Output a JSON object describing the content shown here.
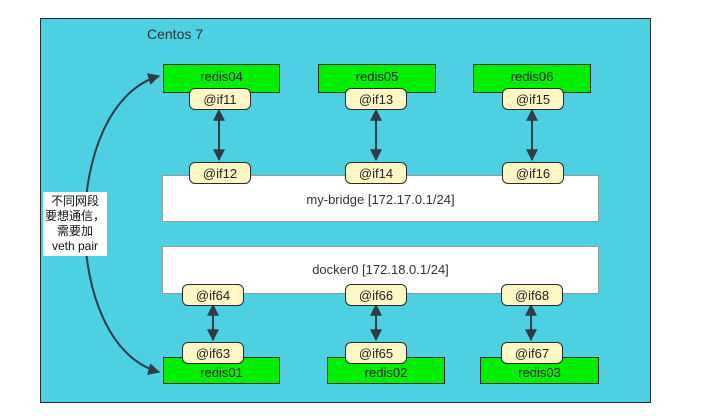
{
  "host": {
    "title": "Centos 7"
  },
  "containers": {
    "redis04": "redis04",
    "redis05": "redis05",
    "redis06": "redis06",
    "redis01": "redis01",
    "redis02": "redis02",
    "redis03": "redis03"
  },
  "bridges": {
    "my_bridge": "my-bridge [172.17.0.1/24]",
    "docker0": "docker0  [172.18.0.1/24]"
  },
  "interfaces": {
    "if11": "@if11",
    "if13": "@if13",
    "if15": "@if15",
    "if12": "@if12",
    "if14": "@if14",
    "if16": "@if16",
    "if64": "@if64",
    "if66": "@if66",
    "if68": "@if68",
    "if63": "@if63",
    "if65": "@if65",
    "if67": "@if67"
  },
  "note": {
    "lines": [
      "不同网段",
      "要想通信，",
      "需要加",
      "veth pair"
    ]
  },
  "colors": {
    "host_bg": "#4dd0e1",
    "container_bg": "#00ee00",
    "interface_bg": "#fff7c4",
    "bridge_bg": "#ffffff",
    "line": "#2f3b45"
  }
}
